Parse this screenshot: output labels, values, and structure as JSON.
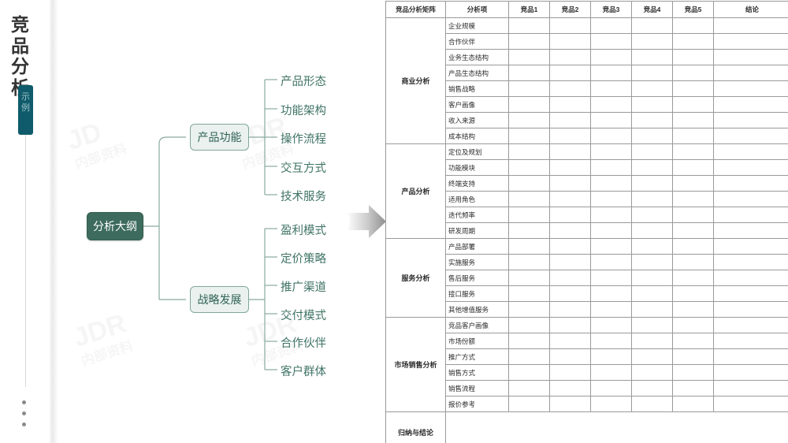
{
  "slide": {
    "vertical_title_chars": [
      "竞",
      "品",
      "分",
      "析"
    ],
    "badge_chars": [
      "示",
      "例"
    ],
    "watermarks": [
      {
        "main": "JD",
        "sub": "内部资料"
      },
      {
        "main": "JDR",
        "sub": "内部资料"
      },
      {
        "main": "JDR",
        "sub": "内部资料"
      },
      {
        "main": "JDR",
        "sub": "内部资料"
      }
    ],
    "colors": {
      "teal_badge": "#0f5b6b",
      "root_node": "#3d6b5e",
      "branch_fill": "#eaf1ef",
      "branch_border": "#81a79b",
      "leaf_text": "#3f7365",
      "table_border": "#9a9a9a"
    }
  },
  "mindmap": {
    "root": "分析大纲",
    "branches": [
      {
        "label": "产品功能",
        "leaves": [
          "产品形态",
          "功能架构",
          "操作流程",
          "交互方式",
          "技术服务"
        ]
      },
      {
        "label": "战略发展",
        "leaves": [
          "盈利模式",
          "定价策略",
          "推广渠道",
          "交付模式",
          "合作伙伴",
          "客户群体"
        ]
      }
    ]
  },
  "matrix": {
    "headers": [
      "竞品分析矩阵",
      "分析项",
      "竞品1",
      "竞品2",
      "竞品3",
      "竞品4",
      "竞品5",
      "结论"
    ],
    "groups": [
      {
        "name": "商业分析",
        "items": [
          "企业规模",
          "合作伙伴",
          "业务生态结构",
          "产品生态结构",
          "销售战略",
          "客户画像",
          "收入来源",
          "成本结构"
        ]
      },
      {
        "name": "产品分析",
        "items": [
          "定位及规划",
          "功能模块",
          "终端支持",
          "适用角色",
          "迭代频率",
          "研发周期"
        ]
      },
      {
        "name": "服务分析",
        "items": [
          "产品部署",
          "实施服务",
          "售后服务",
          "接口服务",
          "其他增值服务"
        ]
      },
      {
        "name": "市场销售分析",
        "items": [
          "竞品客户画像",
          "市场份额",
          "推广方式",
          "销售方式",
          "销售流程",
          "报价参考"
        ]
      }
    ],
    "summary_row": {
      "name": "归纳与结论",
      "value": ""
    }
  }
}
